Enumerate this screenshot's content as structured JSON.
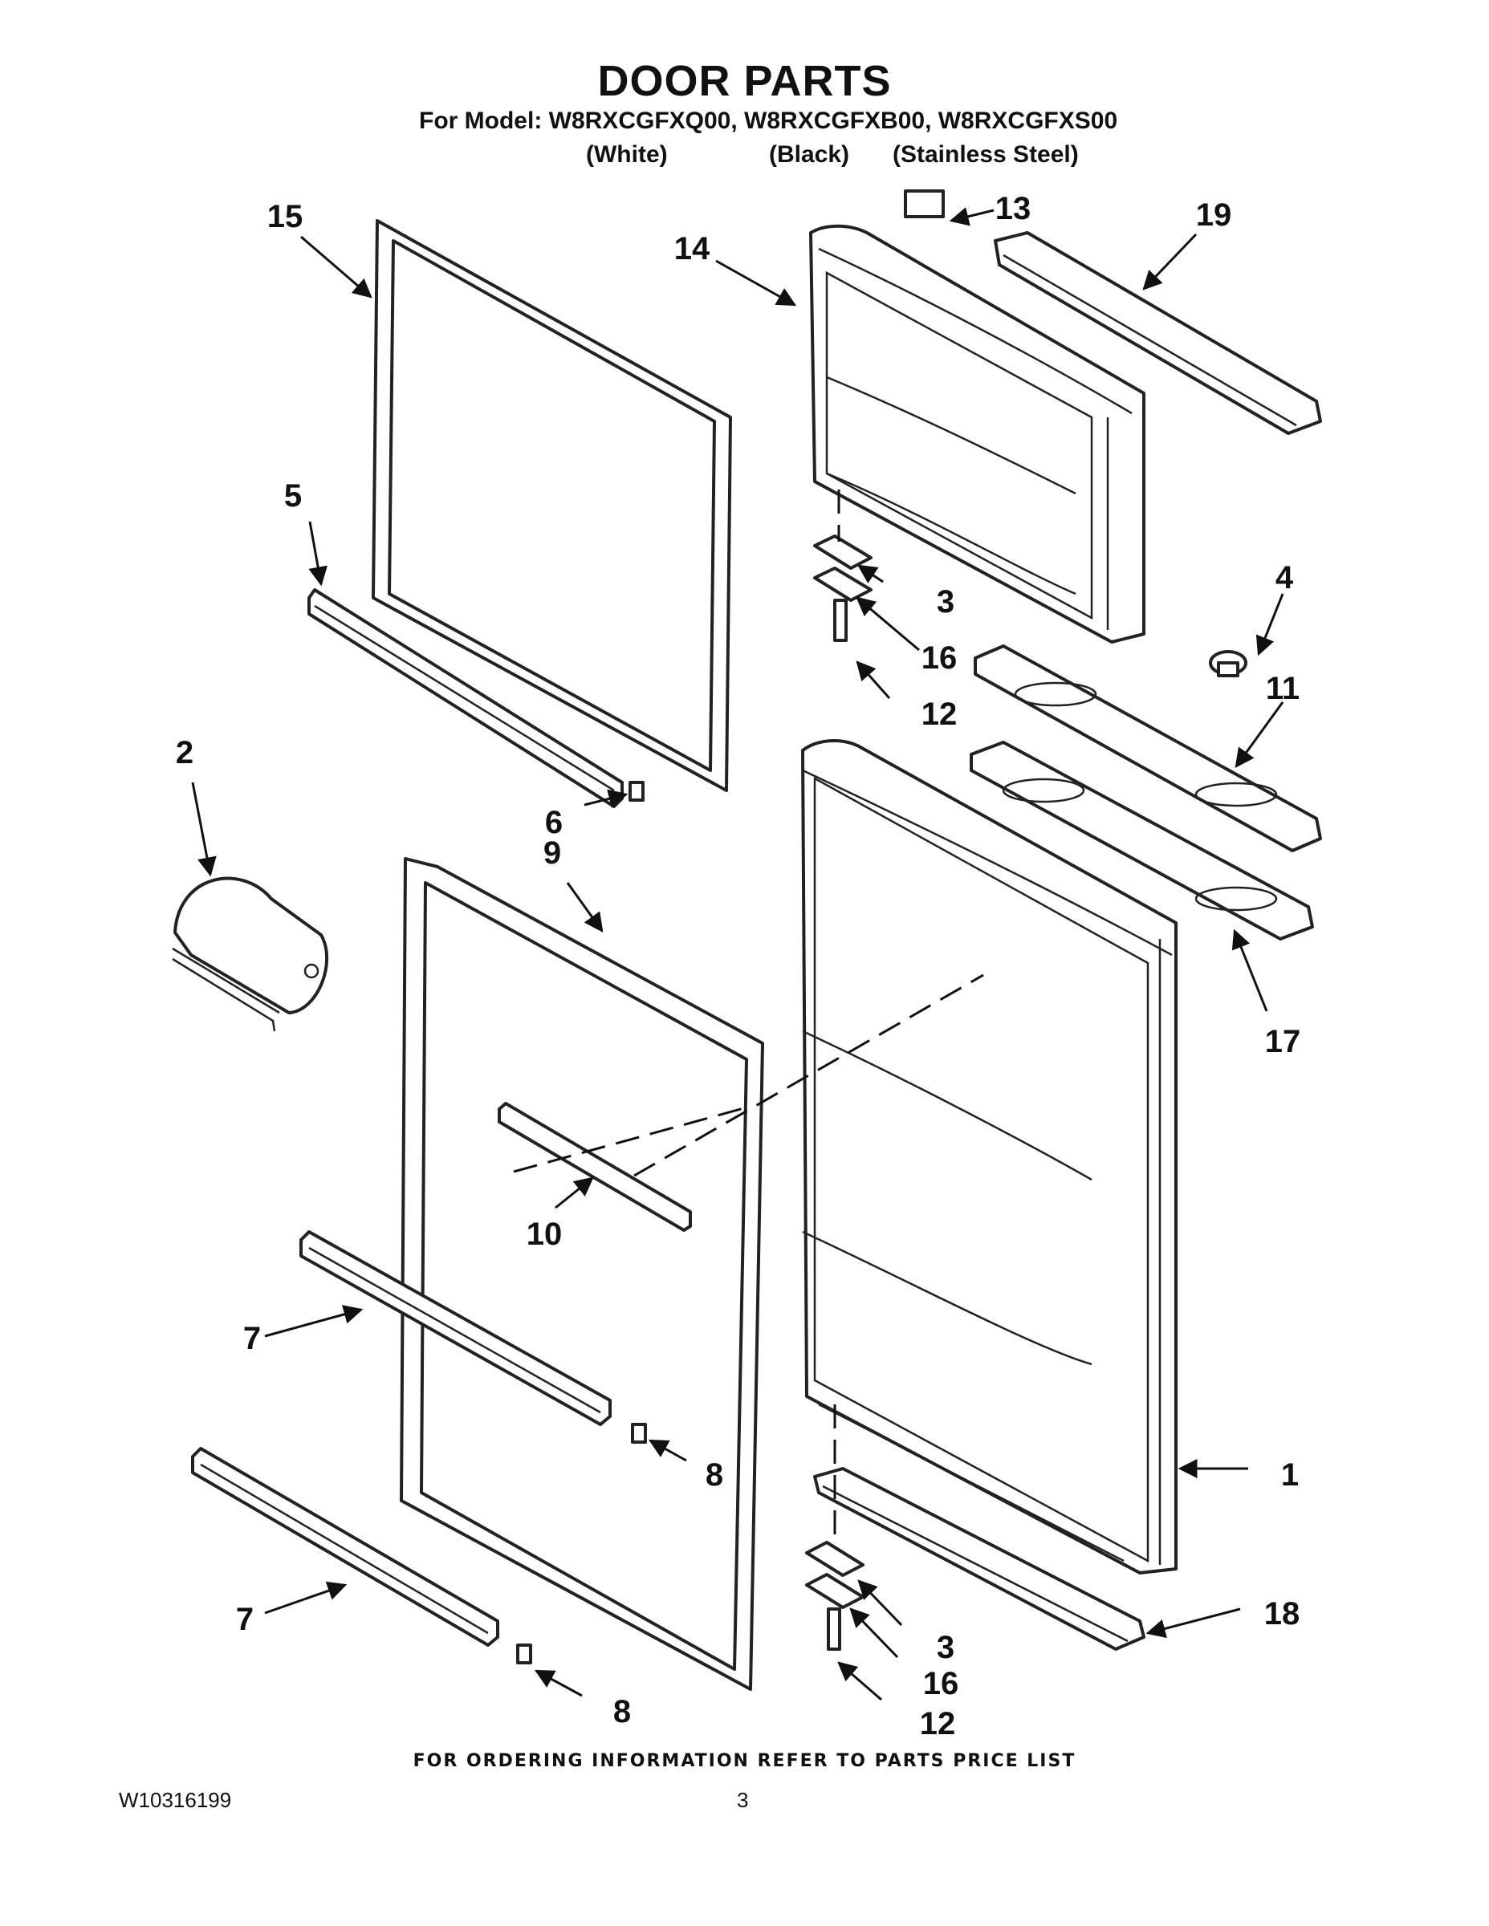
{
  "title": "DOOR PARTS",
  "subtitle": "For Model: W8RXCGFXQ00, W8RXCGFXB00, W8RXCGFXS00",
  "finishes": [
    "(White)",
    "(Black)",
    "(Stainless Steel)"
  ],
  "callouts": {
    "c1": "1",
    "c2": "2",
    "c3a": "3",
    "c3b": "3",
    "c4": "4",
    "c5": "5",
    "c6": "6",
    "c7a": "7",
    "c7b": "7",
    "c8a": "8",
    "c8b": "8",
    "c9": "9",
    "c10": "10",
    "c11": "11",
    "c12a": "12",
    "c12b": "12",
    "c13": "13",
    "c14": "14",
    "c15": "15",
    "c16a": "16",
    "c16b": "16",
    "c17": "17",
    "c18": "18",
    "c19": "19"
  },
  "footer": {
    "ordering_note": "FOR ORDERING INFORMATION REFER TO PARTS PRICE LIST",
    "document_number": "W10316199",
    "page_number": "3"
  }
}
